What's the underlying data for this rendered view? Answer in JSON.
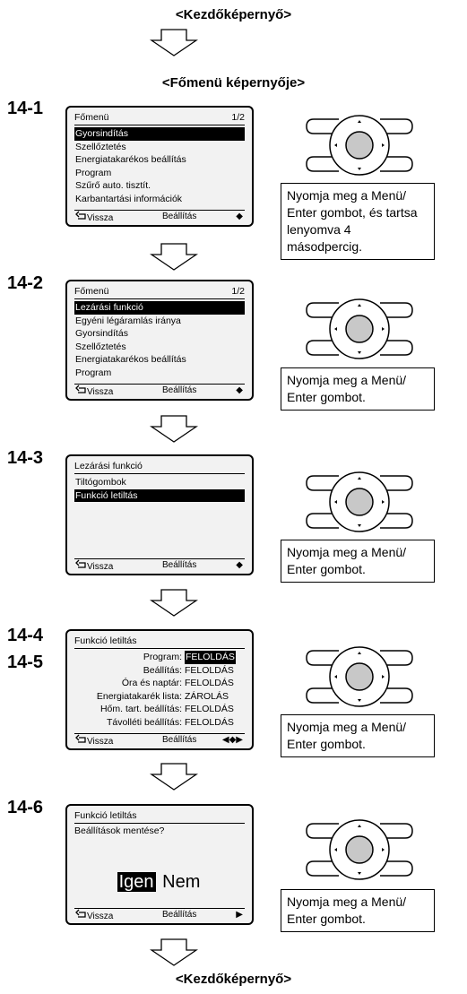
{
  "top_heading": "<Kezdőképernyő>",
  "main_menu_heading": "<Főmenü képernyője>",
  "bottom_heading": "<Kezdőképernyő>",
  "footer": {
    "back": "Vissza",
    "settings": "Beállítás"
  },
  "steps": [
    {
      "label": "14-1",
      "screen": {
        "title": "Főmenü",
        "page": "1/2",
        "items": [
          "Gyorsindítás",
          "Szellőztetés",
          "Energiatakarékos beállítás",
          "Program",
          "Szűrő auto. tisztít.",
          "Karbantartási információk"
        ],
        "selected": 0
      },
      "instruction": "Nyomja meg a Menü/ Enter gombot, és tartsa lenyomva 4 másodpercig."
    },
    {
      "label": "14-2",
      "screen": {
        "title": "Főmenü",
        "page": "1/2",
        "items": [
          "Lezárási funkció",
          "Egyéni légáramlás iránya",
          "Gyorsindítás",
          "Szellőztetés",
          "Energiatakarékos beállítás",
          "Program"
        ],
        "selected": 0
      },
      "instruction": "Nyomja meg a Menü/ Enter gombot."
    },
    {
      "label": "14-3",
      "screen": {
        "title": "Lezárási funkció",
        "page": "",
        "items": [
          "Tiltógombok",
          "Funkció letiltás"
        ],
        "selected": 1
      },
      "instruction": "Nyomja meg a Menü/ Enter gombot."
    },
    {
      "label": "14-4",
      "label2": "14-5",
      "screen": {
        "title": "Funkció letiltás",
        "rows": [
          {
            "key": "Program:",
            "value": "FELOLDÁS"
          },
          {
            "key": "Beállítás:",
            "value": "FELOLDÁS"
          },
          {
            "key": "Óra és naptár:",
            "value": "FELOLDÁS"
          },
          {
            "key": "Energiatakarék lista:",
            "value": "ZÁROLÁS"
          },
          {
            "key": "Hőm. tart. beállítás:",
            "value": "FELOLDÁS"
          },
          {
            "key": "Távolléti beállítás:",
            "value": "FELOLDÁS"
          }
        ],
        "selected": 0
      },
      "instruction": "Nyomja meg a Menü/ Enter gombot."
    },
    {
      "label": "14-6",
      "screen": {
        "title": "Funkció letiltás",
        "question": "Beállítások mentése?",
        "yes": "Igen",
        "no": "Nem"
      },
      "instruction": "Nyomja meg a Menü/ Enter gombot."
    }
  ],
  "icons": [
    "down-arrow-icon",
    "return-icon",
    "up-down-icon",
    "left-right-icon",
    "right-icon",
    "remote-control-icon"
  ]
}
